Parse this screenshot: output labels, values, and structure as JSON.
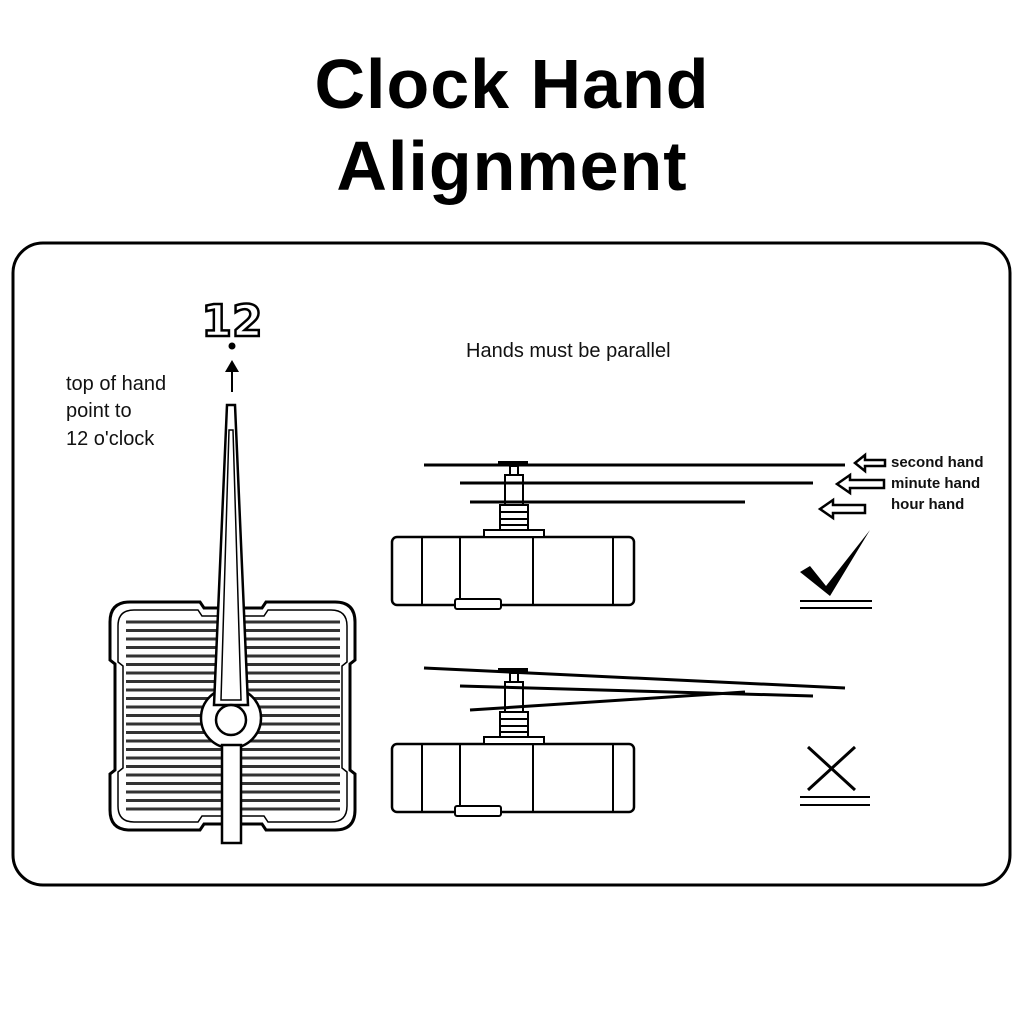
{
  "title": {
    "line1": "Clock Hand",
    "line2": "Alignment"
  },
  "left": {
    "twelve": "12",
    "instruction": [
      "top of hand",
      "point to",
      "12 o'clock"
    ]
  },
  "right": {
    "heading": "Hands must be parallel",
    "labels": {
      "second": "second hand",
      "minute": "minute hand",
      "hour": "hour hand"
    },
    "correct_icon": "check-mark-icon",
    "incorrect_icon": "cross-mark-icon"
  }
}
